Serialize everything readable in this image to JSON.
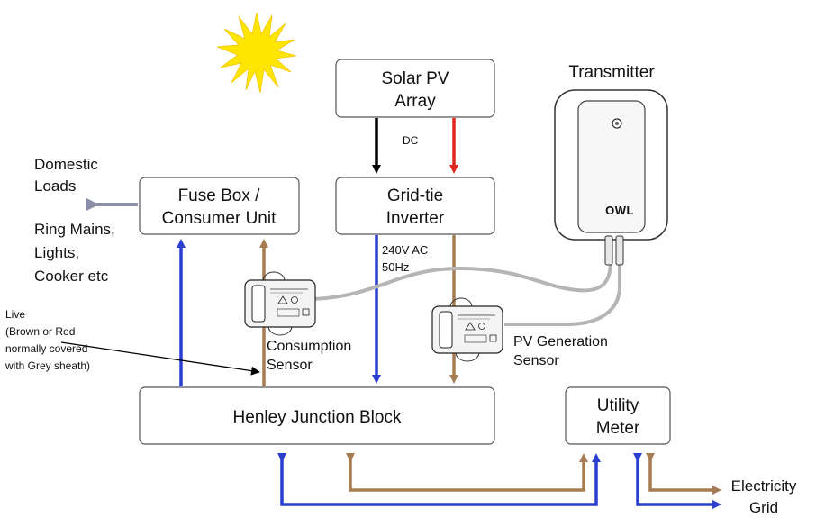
{
  "diagram": {
    "boxes": {
      "solar_pv": [
        "Solar PV",
        "Array"
      ],
      "fuse_box": [
        "Fuse Box /",
        "Consumer Unit"
      ],
      "inverter": [
        "Grid-tie",
        "Inverter"
      ],
      "henley": "Henley Junction Block",
      "utility_meter": [
        "Utility",
        "Meter"
      ]
    },
    "labels": {
      "dc": "DC",
      "ac": [
        "240V AC",
        "50Hz"
      ],
      "domestic_loads": [
        "Domestic",
        "Loads"
      ],
      "ring_mains": [
        "Ring Mains,",
        "Lights,",
        "Cooker etc"
      ],
      "live_note": [
        "Live",
        "(Brown or Red",
        "normally covered",
        "with Grey sheath)"
      ],
      "consumption_sensor": [
        "Consumption",
        "Sensor"
      ],
      "pv_sensor": [
        "PV Generation",
        "Sensor"
      ],
      "transmitter": "Transmitter",
      "transmitter_logo": "OWL",
      "electricity_grid": [
        "Electricity",
        "Grid"
      ]
    },
    "colors": {
      "blue_wire": "#2a3fd0",
      "brown_wire": "#a67c52",
      "black_wire": "#000000",
      "red_wire": "#e0261e",
      "grey_cable": "#b5b5b5",
      "sun": "#ffe600",
      "load_arrow": "#8a8ea6"
    }
  }
}
